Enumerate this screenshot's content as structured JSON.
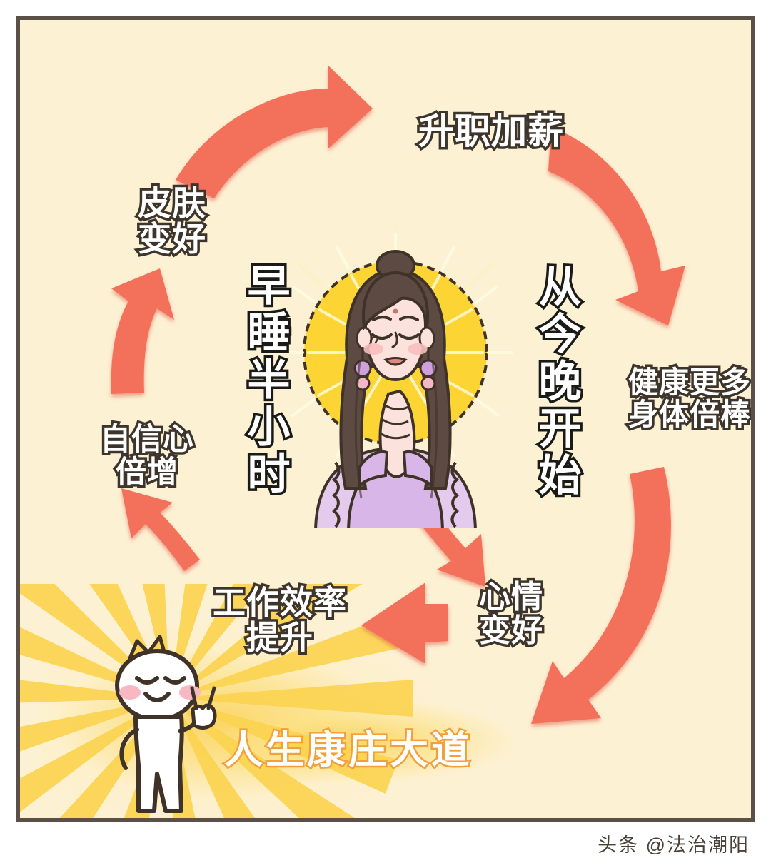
{
  "poster": {
    "background_color": "#fdf1d4",
    "border_color": "#5b5048",
    "arrow_color": "#f3705a",
    "arrow_shade_color": "#e2604b",
    "glow_color": "#fbd255",
    "headline_outline_color": "#f2a03c",
    "label_outline_color": "#3d342c"
  },
  "center": {
    "vertical_left": "早睡半小时",
    "vertical_right": "从今晚开始",
    "illustration_name": "praying-woman-with-halo"
  },
  "cycle_labels": [
    {
      "id": "promotion",
      "text": "升职加薪"
    },
    {
      "id": "health",
      "text": "健康更多\n身体倍棒"
    },
    {
      "id": "mood",
      "text": "心情\n变好"
    },
    {
      "id": "work",
      "text": "工作效率\n提升"
    },
    {
      "id": "confidence",
      "text": "自信心\n倍增"
    },
    {
      "id": "skin",
      "text": "皮肤\n变好"
    }
  ],
  "headline": {
    "text": "人生康庄大道"
  },
  "mascot": {
    "name": "crowned-peace-sign-character"
  },
  "watermark": {
    "text": "头条 @法治潮阳"
  }
}
